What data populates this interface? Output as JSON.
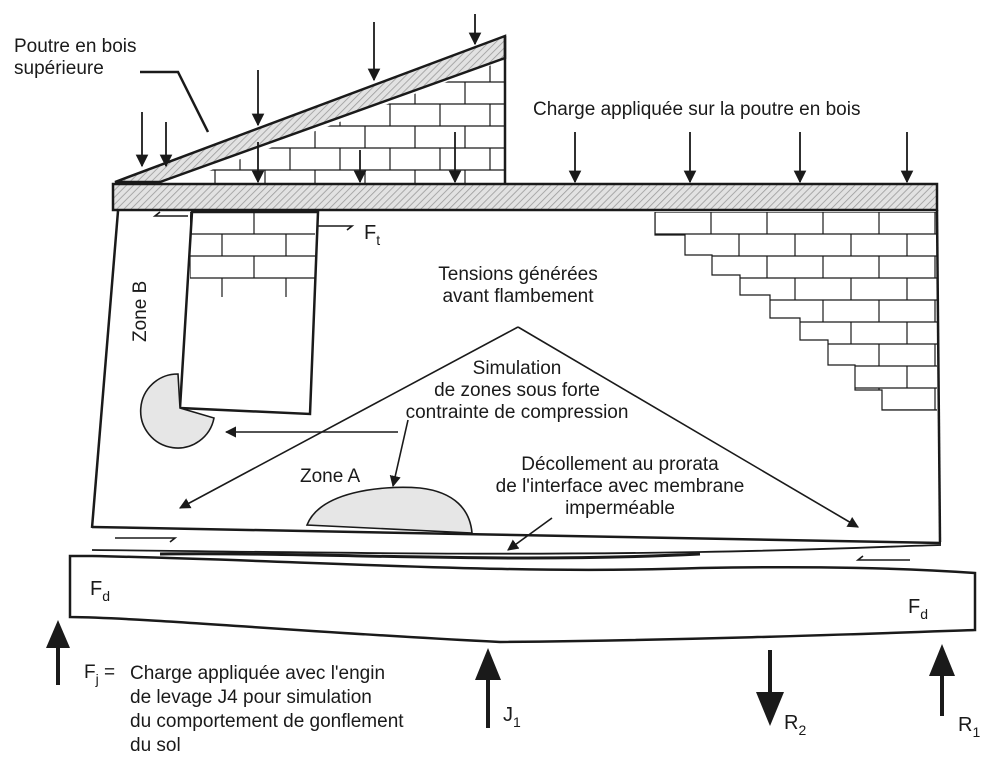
{
  "labels": {
    "upper_beam": [
      "Poutre en bois",
      "supérieure"
    ],
    "load_on_beam": "Charge appliquée sur la poutre en bois",
    "tensions": [
      "Tensions générées",
      "avant flambement"
    ],
    "simulation": [
      "Simulation",
      "de zones sous forte",
      "contrainte de compression"
    ],
    "decollement": [
      "Décollement au prorata",
      "de l'interface avec membrane",
      "imperméable"
    ],
    "zone_a": "Zone A",
    "zone_b": "Zone B",
    "ft": {
      "main": "F",
      "sub": "t"
    },
    "fd_left": {
      "main": "F",
      "sub": "d"
    },
    "fd_right": {
      "main": "F",
      "sub": "d"
    },
    "fj": {
      "main": "F",
      "sub": "j",
      "suffix": " ="
    },
    "fj_text": [
      "Charge appliquée avec l'engin",
      "de levage J4 pour simulation",
      "du comportement de gonflement",
      "du sol"
    ],
    "j1": {
      "main": "J",
      "sub": "1"
    },
    "r1": {
      "main": "R",
      "sub": "1"
    },
    "r2": {
      "main": "R",
      "sub": "2"
    }
  },
  "colors": {
    "ink": "#1a1a1a",
    "hatch": "#bdbdbd",
    "bubble": "#e6e6e6"
  }
}
